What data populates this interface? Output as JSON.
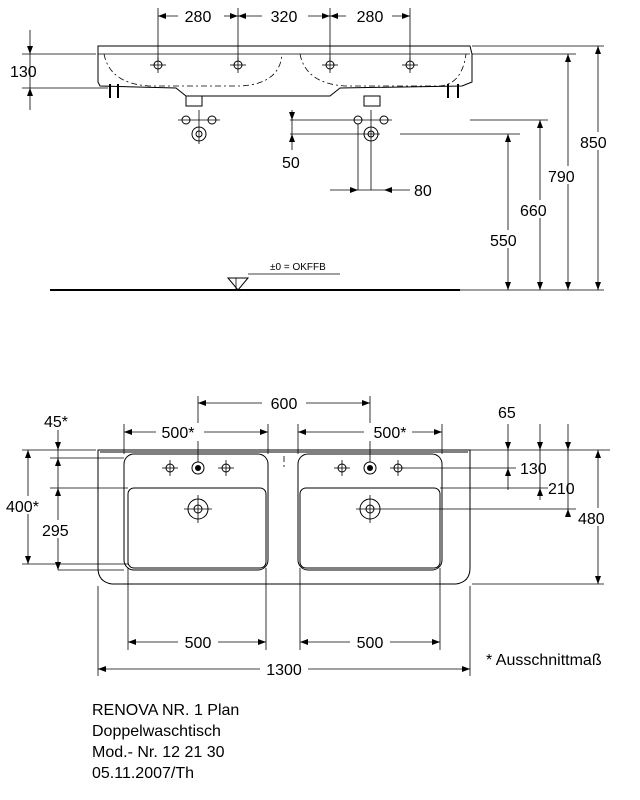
{
  "side_view": {
    "top_dims": [
      "280",
      "320",
      "280"
    ],
    "left_dim": "130",
    "faucet_dims": [
      "50",
      "80"
    ],
    "heights": [
      "550",
      "660",
      "790",
      "850"
    ],
    "floor_label": "±0 = OKFFB"
  },
  "plan_view": {
    "top_dims": [
      "500*",
      "600",
      "500*"
    ],
    "left_dims": [
      "45*",
      "400*",
      "295"
    ],
    "right_dims": [
      "65",
      "130",
      "210",
      "480"
    ],
    "bottom_dims": [
      "500",
      "500",
      "1300"
    ]
  },
  "footnote": "* Ausschnittmaß",
  "caption": {
    "line1": "RENOVA NR. 1 Plan",
    "line2": "Doppelwaschtisch",
    "line3": "Mod.- Nr. 12 21 30",
    "line4": "05.11.2007/Th"
  }
}
